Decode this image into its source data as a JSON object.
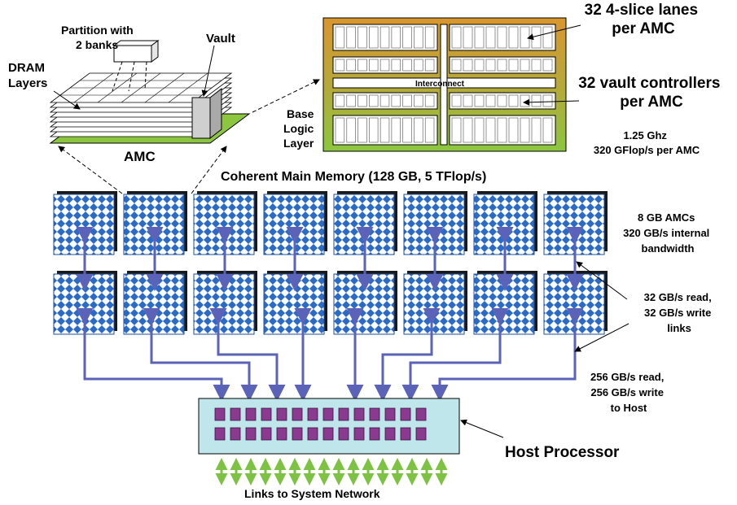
{
  "labels": {
    "partition": [
      "Partition with",
      "2 banks"
    ],
    "vault": "Vault",
    "dram_layers": [
      "DRAM",
      "Layers"
    ],
    "amc": "AMC",
    "base_logic_layer": [
      "Base",
      "Logic",
      "Layer"
    ],
    "interconnect": "Interconnect",
    "lanes": [
      "32 4-slice lanes",
      "per AMC"
    ],
    "vault_controllers": [
      "32 vault controllers",
      "per AMC"
    ],
    "clock": [
      "1.25 Ghz",
      "320 GFlop/s per AMC"
    ],
    "coherent_memory": "Coherent Main Memory (128 GB, 5 TFlop/s)",
    "amc_capacity": [
      "8 GB AMCs",
      "320 GB/s internal",
      "bandwidth"
    ],
    "link_bw": [
      "32 GB/s read,",
      "32 GB/s write",
      "links"
    ],
    "host_bw": [
      "256 GB/s read,",
      "256 GB/s write",
      "to Host"
    ],
    "host_processor": "Host Processor",
    "system_network": "Links to System Network"
  },
  "colors": {
    "memory_blue": "#2a6bc8",
    "link_arrow": "#5a63b8",
    "host_fill": "#bfe6ea",
    "host_core": "#8a3a8f",
    "network_arrow": "#7dc242",
    "logic_green": "#8cc63f",
    "logic_orange": "#d9962e"
  },
  "icons": [
    "memory-chip-icon",
    "double-arrow-icon",
    "processor-core-icon"
  ]
}
